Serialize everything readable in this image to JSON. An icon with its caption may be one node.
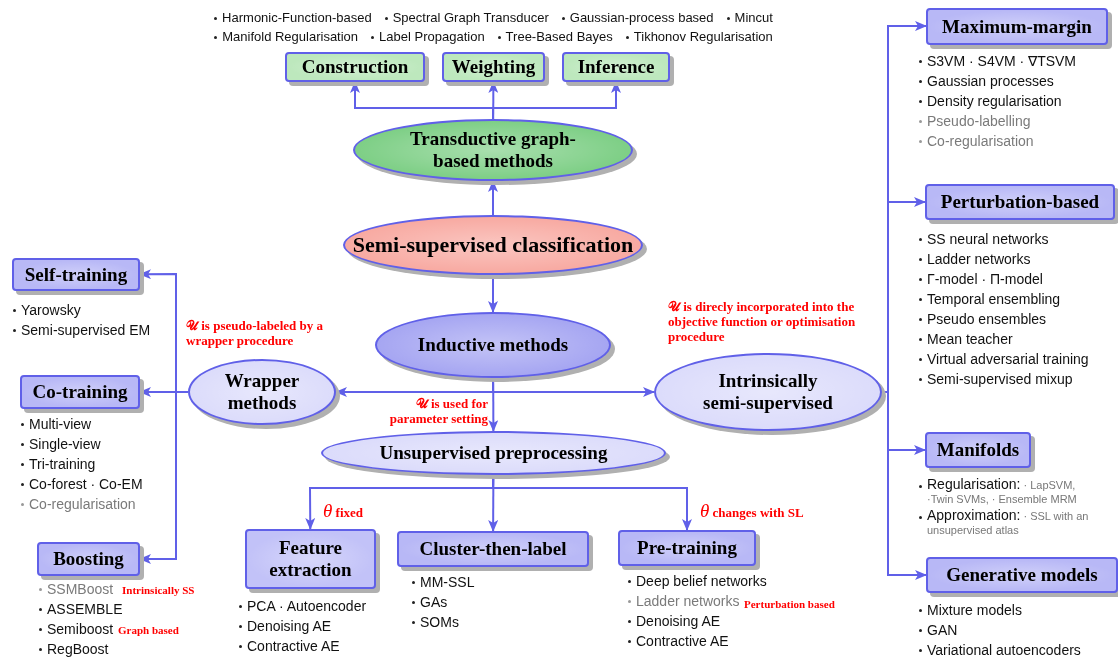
{
  "diagram": {
    "nodes": [
      {
        "text": [
          "Semi-supervised classification"
        ]
      },
      {
        "text": [
          "Transductive graph-based methods"
        ]
      },
      {
        "text": [
          "Construction"
        ]
      },
      {
        "text": [
          "Weighting"
        ]
      },
      {
        "text": [
          "Inference"
        ]
      },
      {
        "text": [
          "Inductive methods"
        ]
      },
      {
        "text": [
          "Wrapper methods"
        ]
      },
      {
        "text": [
          "Unsupervised preprocessing"
        ]
      },
      {
        "text": [
          "Intrinsically semi-supervised"
        ]
      },
      {
        "text": [
          "Self-training"
        ],
        "beside": [
          "Yarowsky",
          "Semi-supervised EM"
        ]
      },
      {
        "text": [
          "Co-training"
        ],
        "beside": [
          "Multi-view",
          "Single-view",
          "Tri-training",
          "Co-forest · Co-EM",
          "Co-regularisation"
        ]
      },
      {
        "text": [
          "Boosting"
        ],
        "beside": [
          "SSMBoost",
          "ASSEMBLE",
          "Semiboost",
          "RegBoost"
        ]
      },
      {
        "text": [
          "Feature extraction"
        ],
        "beside": [
          "PCA · Autoencoder",
          "Denoising AE",
          "Contractive AE"
        ]
      },
      {
        "text": [
          "Cluster-then-label"
        ],
        "beside": [
          "MM-SSL",
          "GAs",
          "SOMs"
        ]
      },
      {
        "text": [
          "Pre-training"
        ],
        "beside": [
          "Deep belief networks",
          "Ladder networks",
          "Denoising AE",
          "Contractive AE"
        ]
      },
      {
        "text": [
          "Maximum-margin"
        ],
        "beside": [
          "S3VM · S4VM · ∇TSVM",
          "Gaussian processes",
          "Density regularisation",
          "Pseudo-labelling",
          "Co-regularisation"
        ]
      },
      {
        "text": [
          "Perturbation-based"
        ],
        "beside": [
          "SS neural networks",
          "Ladder networks",
          "Γ-model · Π-model",
          "Temporal ensembling",
          "Pseudo ensembles",
          "Mean teacher",
          "Virtual adversarial training",
          "Semi-supervised mixup"
        ]
      },
      {
        "text": [
          "Manifolds"
        ],
        "beside": [
          "**Regularisation:** · LapSVM, ·Twin SVMs, · Ensemble MRM",
          "**Approximation:** · SSL with an unsupervised atlas"
        ]
      },
      {
        "text": [
          "Generative models"
        ],
        "beside": [
          "Mixture models",
          "GAN",
          "Variational autoencoders"
        ]
      }
    ],
    "edges": [
      {
        "from": 0,
        "to": 1,
        "arrow": "to"
      },
      {
        "from": 1,
        "to": 2,
        "arrow": "to"
      },
      {
        "from": 1,
        "to": 3,
        "arrow": "to"
      },
      {
        "from": 1,
        "to": 4,
        "arrow": "to"
      },
      {
        "from": 0,
        "to": 5,
        "arrow": "to"
      },
      {
        "from": 5,
        "to": 6,
        "arrow": "to"
      },
      {
        "from": 5,
        "to": 7,
        "arrow": "to",
        "label": "𝒰 is used for parameter setting"
      },
      {
        "from": 5,
        "to": 8,
        "arrow": "to"
      },
      {
        "from": 6,
        "to": 9,
        "arrow": "to"
      },
      {
        "from": 6,
        "to": 10,
        "arrow": "to"
      },
      {
        "from": 6,
        "to": 11,
        "arrow": "to"
      },
      {
        "from": 7,
        "to": 12,
        "arrow": "to",
        "label": "*θ* fixed"
      },
      {
        "from": 7,
        "to": 13,
        "arrow": "to"
      },
      {
        "from": 7,
        "to": 14,
        "arrow": "to",
        "label": "*θ* changes with SL"
      },
      {
        "from": 8,
        "to": 15,
        "arrow": "to"
      },
      {
        "from": 8,
        "to": 16,
        "arrow": "to"
      },
      {
        "from": 8,
        "to": 17,
        "arrow": "to"
      },
      {
        "from": 8,
        "to": 18,
        "arrow": "to"
      }
    ],
    "labels": [
      "Harmonic-Function-based",
      "Spectral Graph Transducer",
      "Gaussian-process based",
      "Mincut",
      "Manifold Regularisation",
      "Label Propagation",
      "Tree-Based Bayes",
      "Tikhonov Regularisation",
      "𝒰 is pseudo-labeled by a wrapper procedure",
      "𝒰 is direcly incorporated into the objective function or optimisation procedure",
      "Intrinsically SS",
      "Graph based",
      "Perturbation based"
    ]
  }
}
